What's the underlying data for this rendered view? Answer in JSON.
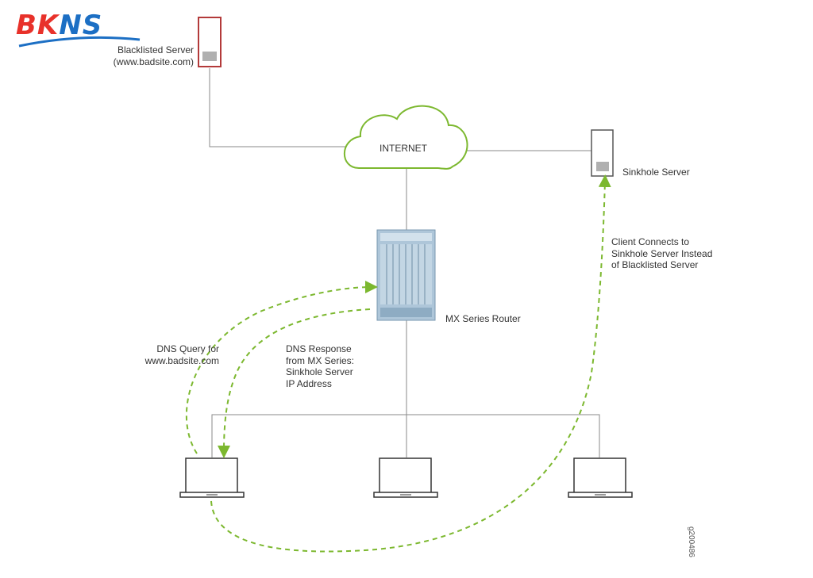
{
  "logo": {
    "part1": "BK",
    "part2": "NS",
    "colors": {
      "part1": "#e8312a",
      "part2": "#1c6fc4"
    }
  },
  "nodes": {
    "blacklisted_server": "Blacklisted Server\n(www.badsite.com)",
    "internet": "INTERNET",
    "sinkhole_server": "Sinkhole Server",
    "router": "MX Series Router"
  },
  "flows": {
    "dns_query": "DNS Query for\nwww.badsite.com",
    "dns_response": "DNS Response\nfrom MX Series:\nSinkhole Server\nIP Address",
    "client_connects": "Client Connects to\nSinkhole Server Instead\nof Blacklisted Server"
  },
  "figure_id": "g200486",
  "colors": {
    "accent_green": "#7cb82f",
    "blacklisted_red": "#b33a3a",
    "router_blue": "#aec6d9",
    "line_gray": "#8a8a8a"
  }
}
